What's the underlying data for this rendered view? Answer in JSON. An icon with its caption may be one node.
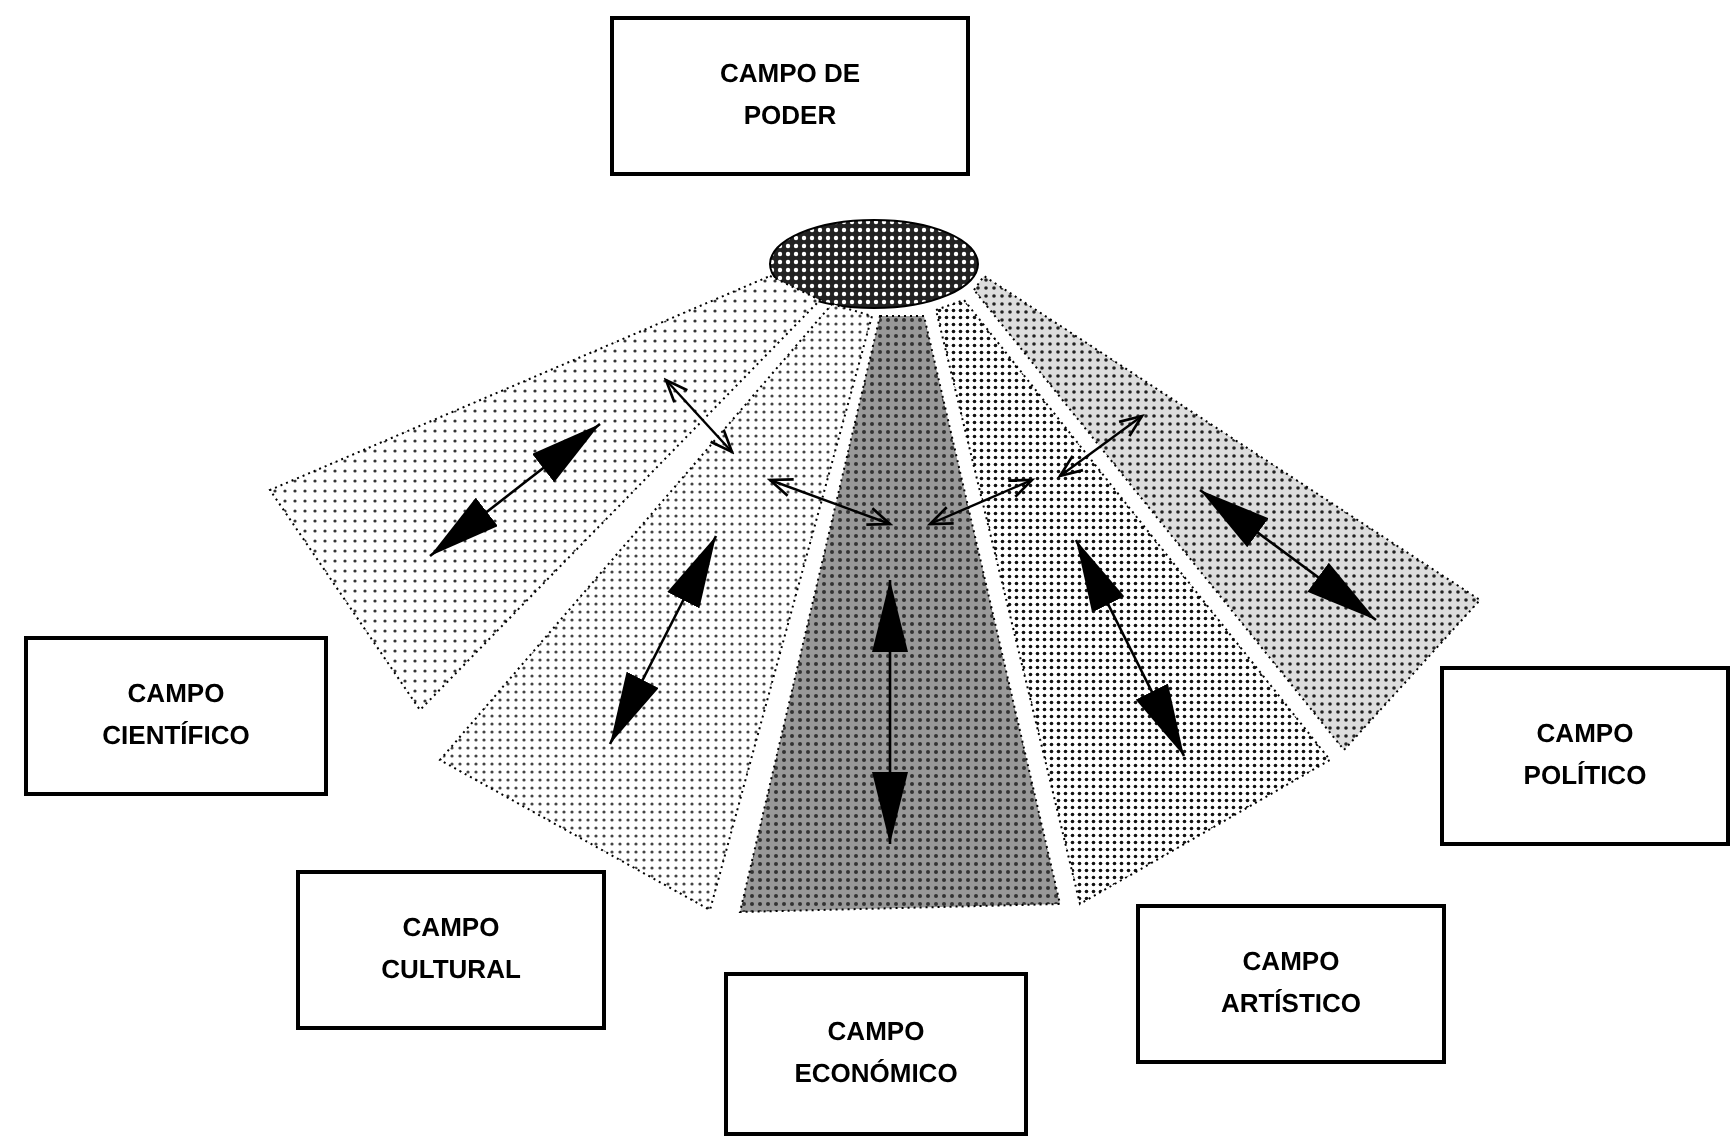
{
  "diagram": {
    "nodes": [
      {
        "text": [
          "CAMPO DE PODER"
        ]
      },
      {
        "text": [],
        "shape": "ellipse"
      },
      {
        "text": [],
        "shape": "band"
      },
      {
        "text": [],
        "shape": "band"
      },
      {
        "text": [],
        "shape": "band"
      },
      {
        "text": [],
        "shape": "band"
      },
      {
        "text": [],
        "shape": "band"
      },
      {
        "text": [
          "CAMPO CIENTÍFICO"
        ]
      },
      {
        "text": [
          "CAMPO POLÍTICO"
        ]
      },
      {
        "text": [
          "CAMPO CULTURAL"
        ]
      },
      {
        "text": [
          "CAMPO ARTÍSTICO"
        ]
      },
      {
        "text": [
          "CAMPO ECONÓMICO"
        ]
      }
    ],
    "edges": [
      {
        "from": 2,
        "to": 3,
        "arrow": "both"
      },
      {
        "from": 3,
        "to": 4,
        "arrow": "both"
      },
      {
        "from": 4,
        "to": 5,
        "arrow": "both"
      },
      {
        "from": 5,
        "to": 6,
        "arrow": "both"
      }
    ]
  }
}
